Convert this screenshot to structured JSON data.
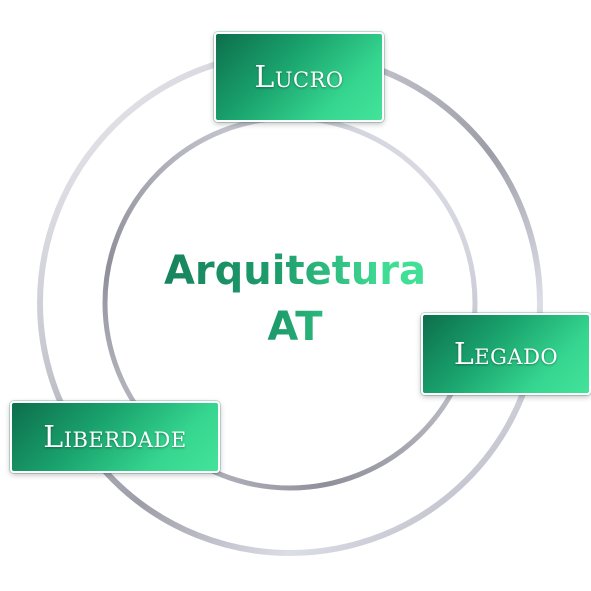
{
  "diagram": {
    "center": {
      "line1": "Arquitetura",
      "line2": "AT"
    },
    "nodes": {
      "lucro": "Lucro",
      "legado": "Legado",
      "liberdade": "Liberdade"
    },
    "colors": {
      "node_dark": "#0d6e4c",
      "node_light": "#43e39a",
      "title_dark": "#137a58",
      "title_light": "#46e39a",
      "ring": "#b8b8c4"
    }
  }
}
